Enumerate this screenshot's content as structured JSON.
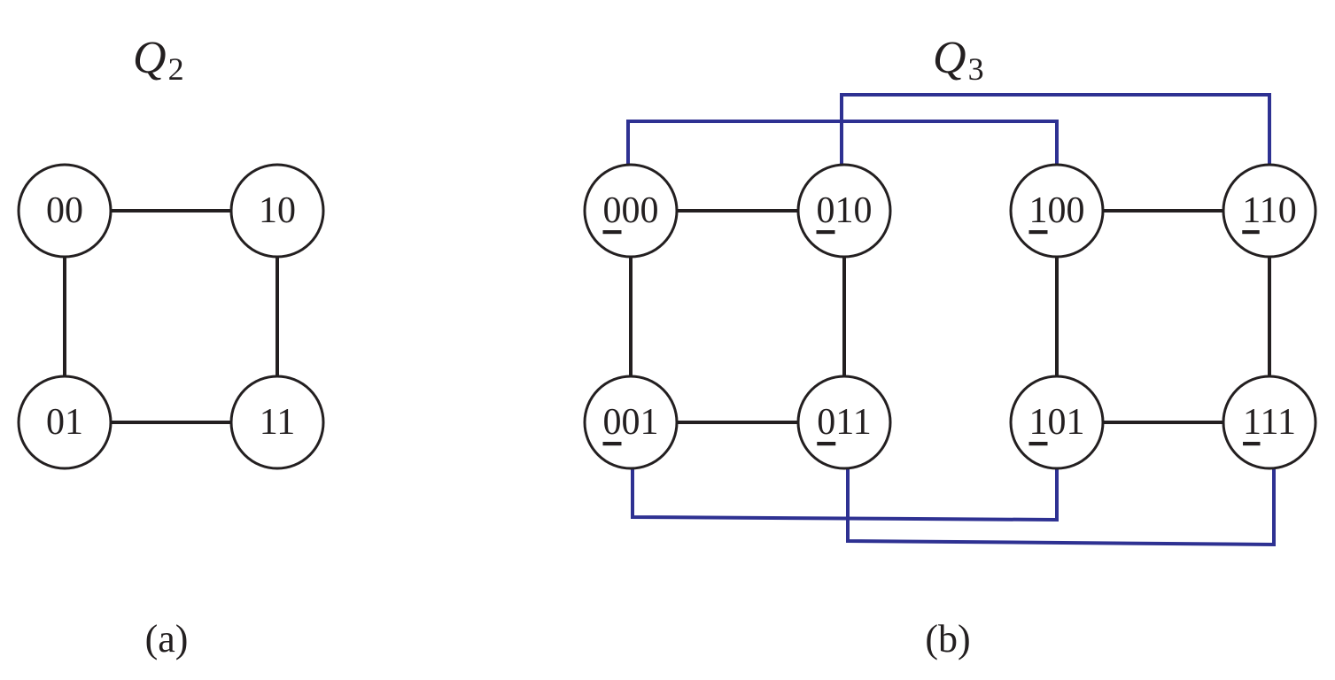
{
  "panel_a": {
    "title_letter": "Q",
    "title_sub": "2",
    "caption": "(a)",
    "nodes": [
      {
        "id": "00",
        "first": "",
        "rest": "00"
      },
      {
        "id": "10",
        "first": "",
        "rest": "10"
      },
      {
        "id": "01",
        "first": "",
        "rest": "01"
      },
      {
        "id": "11",
        "first": "",
        "rest": "11"
      }
    ]
  },
  "panel_b": {
    "title_letter": "Q",
    "title_sub": "3",
    "caption": "(b)",
    "nodes": [
      {
        "id": "000",
        "first": "0",
        "rest": "00"
      },
      {
        "id": "010",
        "first": "0",
        "rest": "10"
      },
      {
        "id": "100",
        "first": "1",
        "rest": "00"
      },
      {
        "id": "110",
        "first": "1",
        "rest": "10"
      },
      {
        "id": "001",
        "first": "0",
        "rest": "01"
      },
      {
        "id": "011",
        "first": "0",
        "rest": "11"
      },
      {
        "id": "101",
        "first": "1",
        "rest": "01"
      },
      {
        "id": "111",
        "first": "1",
        "rest": "11"
      }
    ]
  },
  "colors": {
    "edge": "#231f20",
    "cross_link": "#2e3192",
    "background": "#ffffff"
  }
}
